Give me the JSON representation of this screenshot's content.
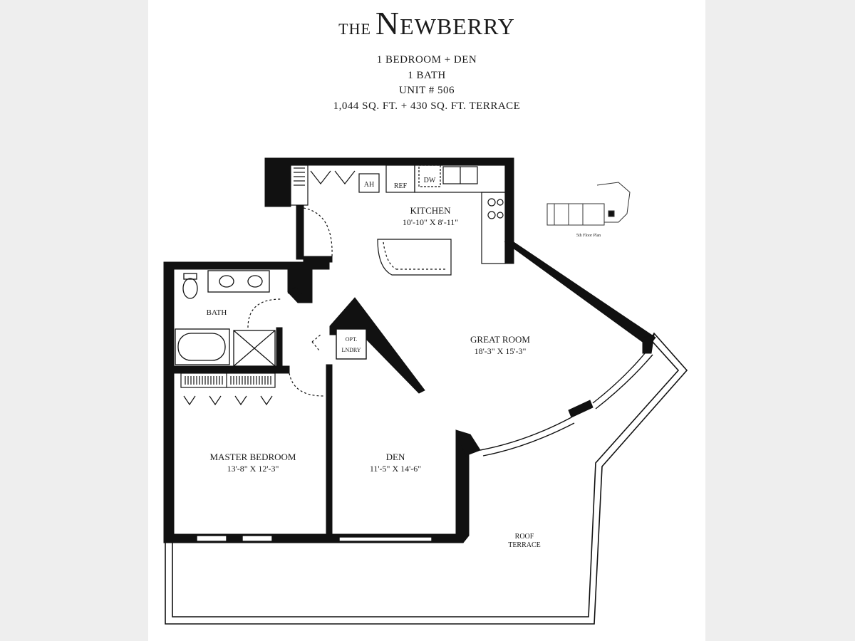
{
  "header": {
    "title_the": "THE",
    "title_name_initial": "N",
    "title_name_rest": "EWBERRY",
    "line1": "1 BEDROOM + DEN",
    "line2": "1 BATH",
    "line3": "UNIT # 506",
    "line4": "1,044 SQ. FT. + 430 SQ. FT. TERRACE"
  },
  "rooms": {
    "kitchen": {
      "name": "KITCHEN",
      "dims": "10'-10\" X 8'-11\""
    },
    "great_room": {
      "name": "GREAT ROOM",
      "dims": "18'-3\" X 15'-3\""
    },
    "master_bedroom": {
      "name": "MASTER BEDROOM",
      "dims": "13'-8\" X 12'-3\""
    },
    "den": {
      "name": "DEN",
      "dims": "11'-5\" X 14'-6\""
    },
    "bath": {
      "name": "BATH"
    },
    "roof_terrace": {
      "line1": "ROOF",
      "line2": "TERRACE"
    }
  },
  "fixtures": {
    "ah": "AH",
    "ref": "REF",
    "dw": "DW",
    "opt": "OPT.",
    "lndry": "LNDRY"
  },
  "key_plan": {
    "caption": "5th Floor Plan"
  },
  "colors": {
    "wall": "#111111",
    "paper": "#ffffff",
    "background": "#eeeeee"
  }
}
